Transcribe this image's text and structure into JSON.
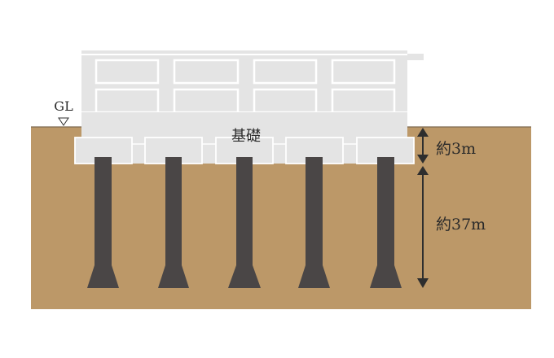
{
  "labels": {
    "ground_level": "GL",
    "foundation": "基礎",
    "foundation_depth": "約3m",
    "pile_length": "約37m"
  },
  "colors": {
    "soil": "#bc9868",
    "building": "#e4e4e4",
    "building_line": "#ffffff",
    "pile": "#4a4646",
    "arrow": "#2e2e2e"
  }
}
